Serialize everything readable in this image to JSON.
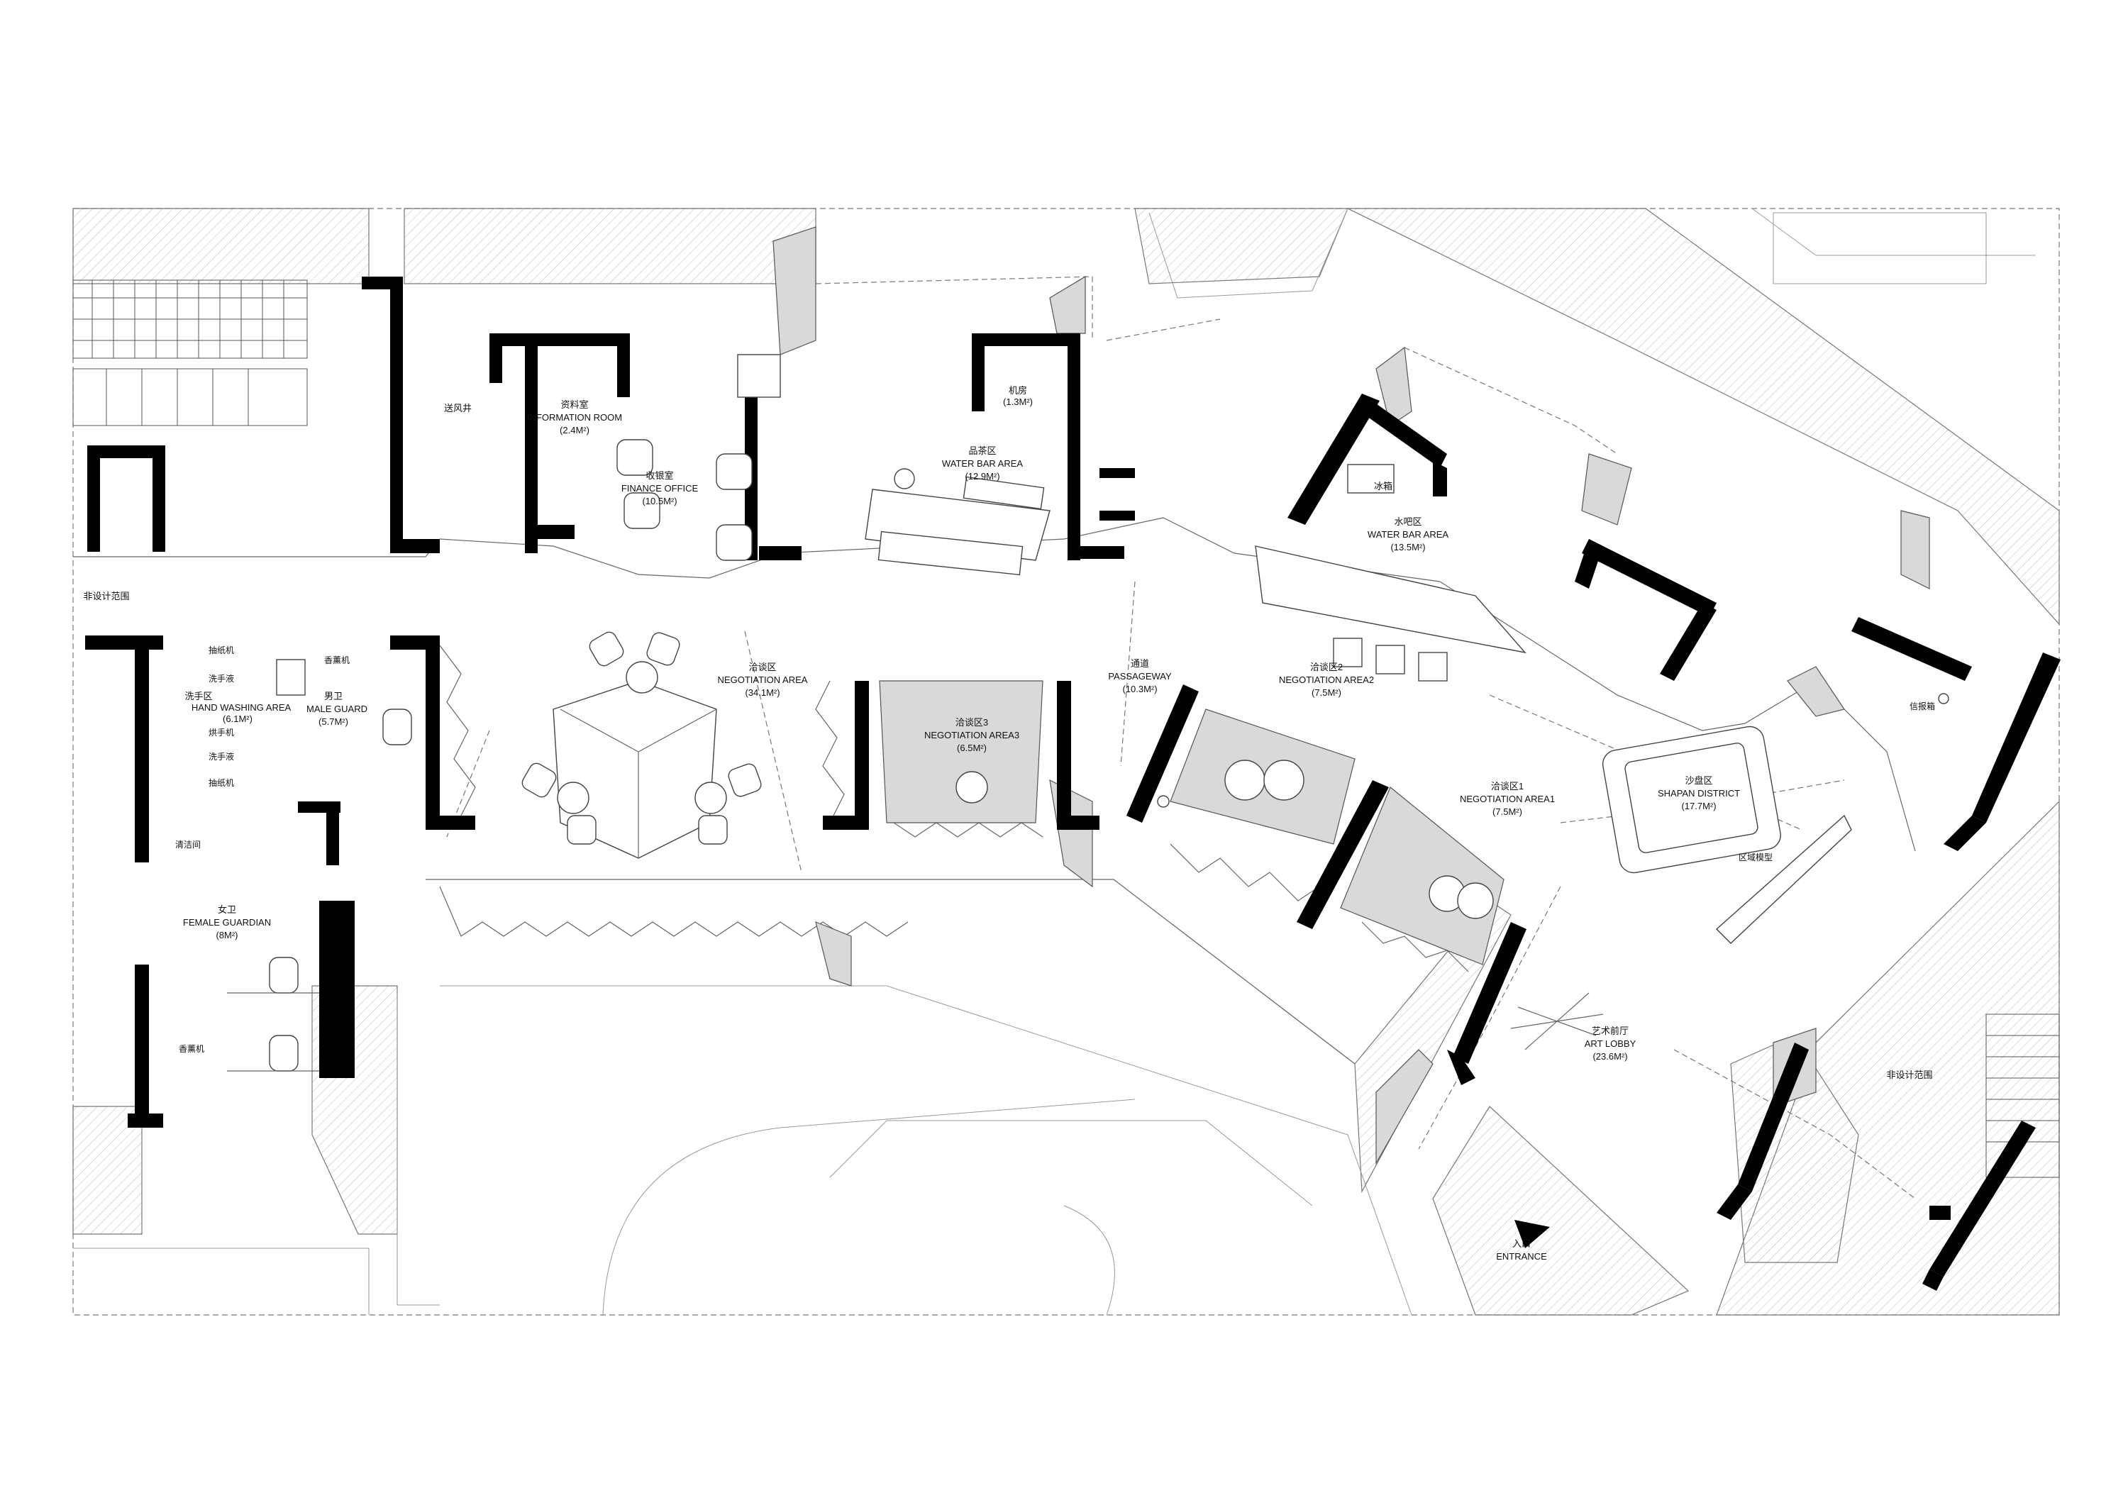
{
  "labels": {
    "duct_shaft": "送风井",
    "info_room_cn": "资料室",
    "info_room_en": "INFORMATION ROOM",
    "info_room_area": "(2.4M²)",
    "finance_cn": "收银室",
    "finance_en": "FINANCE OFFICE",
    "finance_area": "(10.5M²)",
    "machine_cn": "机房",
    "machine_area": "(1.3M²)",
    "tea_cn": "品茶区",
    "tea_en": "WATER BAR AREA",
    "tea_area": "(12.9M²)",
    "fridge": "冰箱",
    "waterbar_cn": "水吧区",
    "waterbar_en": "WATER BAR AREA",
    "waterbar_area": "(13.5M²)",
    "non_design_left": "非设计范围",
    "tissue1": "抽纸机",
    "soap1": "洗手液",
    "handwash_cn": "洗手区",
    "handwash_en": "HAND WASHING AREA",
    "handwash_area": "(6.1M²)",
    "dryer": "烘手机",
    "soap2": "洗手液",
    "tissue2": "抽纸机",
    "aroma1": "香薰机",
    "male_cn": "男卫",
    "male_en": "MALE GUARD",
    "male_area": "(5.7M²)",
    "cleaning": "清洁间",
    "female_cn": "女卫",
    "female_en": "FEMALE GUARDIAN",
    "female_area": "(8M²)",
    "aroma2": "香薰机",
    "neg_cn": "洽谈区",
    "neg_en": "NEGOTIATION AREA",
    "neg_area": "(34.1M²)",
    "neg3_cn": "洽谈区3",
    "neg3_en": "NEGOTIATION AREA3",
    "neg3_area": "(6.5M²)",
    "pass_cn": "通道",
    "pass_en": "PASSAGEWAY",
    "pass_area": "(10.3M²)",
    "neg2_cn": "洽谈区2",
    "neg2_en": "NEGOTIATION AREA2",
    "neg2_area": "(7.5M²)",
    "neg1_cn": "洽谈区1",
    "neg1_en": "NEGOTIATION AREA1",
    "neg1_area": "(7.5M²)",
    "sand_cn": "沙盘区",
    "sand_en": "SHAPAN DISTRICT",
    "sand_area": "(17.7M²)",
    "region_model": "区域模型",
    "mailbox": "信报箱",
    "art_cn": "艺术前厅",
    "art_en": "ART LOBBY",
    "art_area": "(23.6M²)",
    "non_design_right": "非设计范围",
    "entrance_cn": "入口",
    "entrance_en": "ENTRANCE"
  }
}
